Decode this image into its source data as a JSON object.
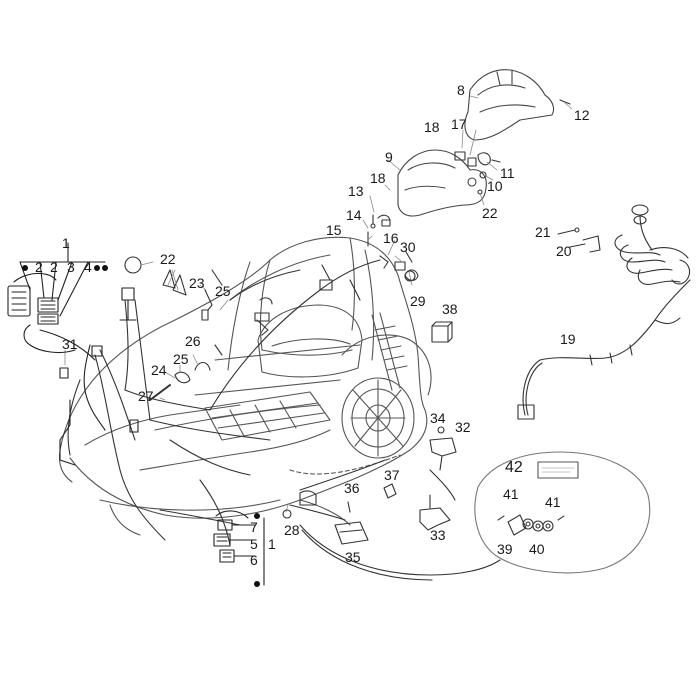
{
  "diagram": {
    "style": "exploded-parts line drawing",
    "line_color": "#555555",
    "detail_color": "#222222",
    "callouts": {
      "n1": "1",
      "n1b": "1",
      "n2": "2",
      "n2b": "2",
      "n3": "3",
      "n4": "4",
      "n5": "5",
      "n6": "6",
      "n7": "7",
      "n8": "8",
      "n9": "9",
      "n10": "10",
      "n11": "11",
      "n12": "12",
      "n13": "13",
      "n14": "14",
      "n15": "15",
      "n16": "16",
      "n17": "17",
      "n18": "18",
      "n18b": "18",
      "n19": "19",
      "n20": "20",
      "n21": "21",
      "n22": "22",
      "n22b": "22",
      "n23": "23",
      "n24": "24",
      "n25": "25",
      "n25b": "25",
      "n26": "26",
      "n27": "27",
      "n28": "28",
      "n29": "29",
      "n30": "30",
      "n31": "31",
      "n32": "32",
      "n33": "33",
      "n34": "34",
      "n35": "35",
      "n36": "36",
      "n37": "37",
      "n38": "38",
      "n39": "39",
      "n40": "40",
      "n41": "41",
      "n41b": "41",
      "n42": "42"
    }
  }
}
